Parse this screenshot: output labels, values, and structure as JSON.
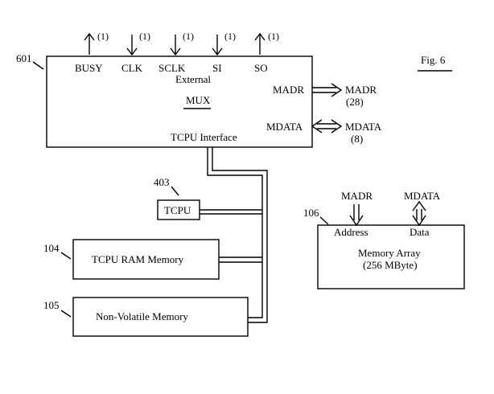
{
  "figure_label": "Fig. 6",
  "ref_601": "601",
  "ref_403": "403",
  "ref_104": "104",
  "ref_105": "105",
  "ref_106": "106",
  "interface_block": {
    "signals": [
      {
        "name": "BUSY",
        "width": "(1)"
      },
      {
        "name": "CLK",
        "width": "(1)"
      },
      {
        "name": "SCLK",
        "width": "(1)"
      },
      {
        "name": "SI",
        "width": "(1)"
      },
      {
        "name": "SO",
        "width": "(1)"
      }
    ],
    "external": "External",
    "mux": "MUX",
    "title": "TCPU Interface",
    "madr_port": "MADR",
    "mdata_port": "MDATA",
    "madr_out": "MADR",
    "madr_width": "(28)",
    "mdata_out": "MDATA",
    "mdata_width": "(8)"
  },
  "tcpu": "TCPU",
  "tcpu_ram": "TCPU RAM Memory",
  "non_volatile": "Non-Volatile Memory",
  "memory_array": {
    "madr_in": "MADR",
    "mdata_in": "MDATA",
    "address": "Address",
    "data": "Data",
    "line1": "Memory Array",
    "line2": "(256 MByte)"
  }
}
